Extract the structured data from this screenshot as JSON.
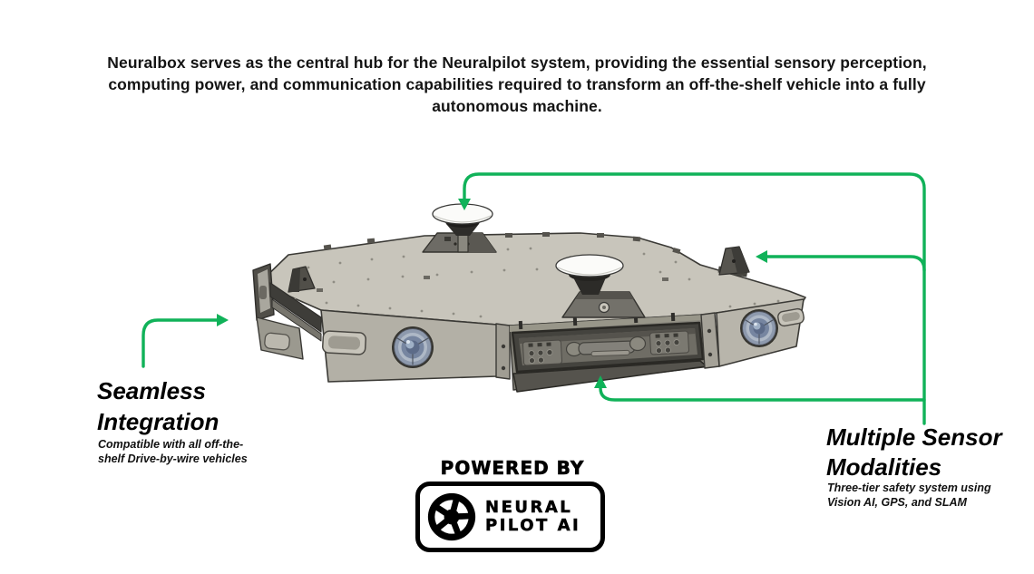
{
  "intro": {
    "text": "Neuralbox serves as the central hub for the Neuralpilot system, providing the essential sensory perception, computing power, and communication capabilities required to transform an off-the-shelf vehicle into a fully autonomous machine."
  },
  "features": {
    "left": {
      "title": "Seamless Integration",
      "description": "Compatible with all off-the-shelf Drive-by-wire vehicles"
    },
    "right": {
      "title": "Multiple Sensor Modalities",
      "description": "Three-tier safety system using Vision AI, GPS, and SLAM"
    }
  },
  "branding": {
    "powered_by": "POWERED BY",
    "logo_line1": "NEURAL",
    "logo_line2": "PILOT AI"
  },
  "colors": {
    "accent_green": "#10B259",
    "device_top": "#C8C5BB",
    "device_face": "#B3B0A6",
    "text": "#141414"
  },
  "device": {
    "components": [
      "gps-antenna-left",
      "gps-antenna-center",
      "camera-front-left",
      "camera-front-right",
      "connector-panel",
      "corner-bracket-left",
      "corner-bracket-right",
      "mounting-wing-left"
    ]
  }
}
